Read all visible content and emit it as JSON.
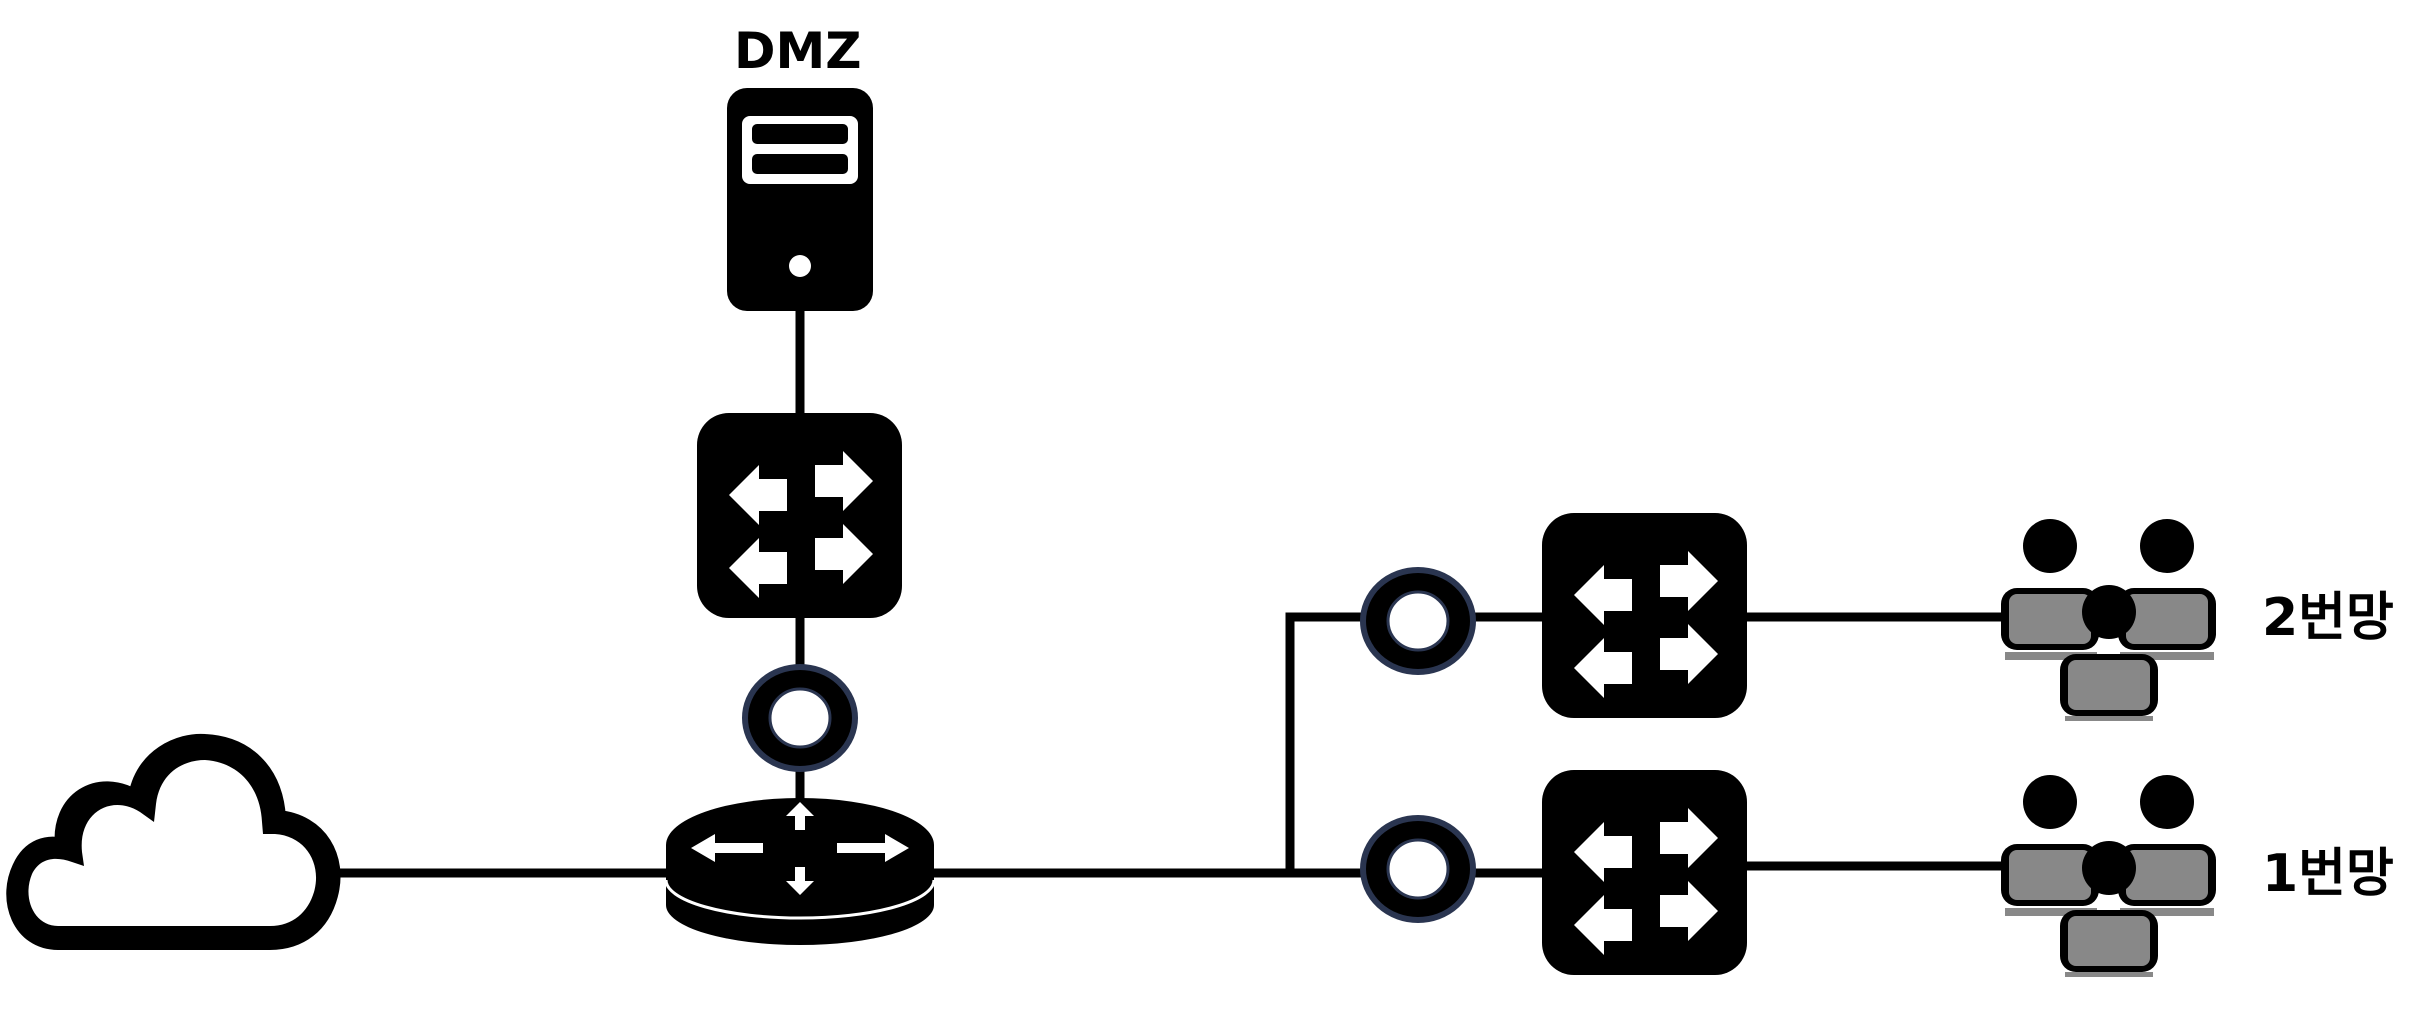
{
  "labels": {
    "dmz": "DMZ",
    "network_2": "2번망",
    "network_1": "1번망"
  },
  "colors": {
    "line": "#000000",
    "node_fill": "#000000",
    "arrow": "#ffffff",
    "hub_ring": "#111827",
    "laptop": "#888888"
  },
  "icons": [
    "cloud-icon",
    "router-icon",
    "firewall-switch-icon",
    "server-icon",
    "hub-icon",
    "user-group-icon"
  ]
}
